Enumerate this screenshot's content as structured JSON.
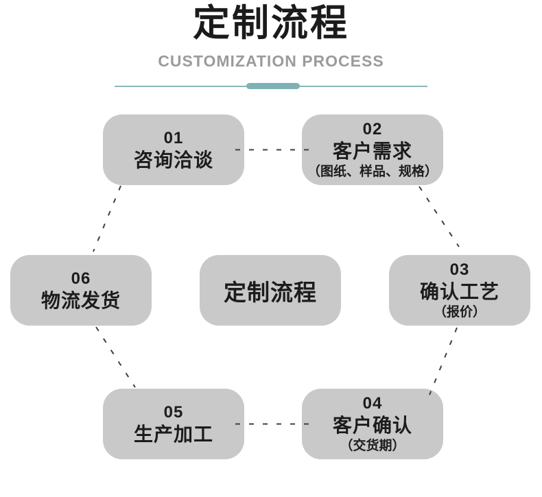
{
  "header": {
    "title": "定制流程",
    "subtitle": "CUSTOMIZATION PROCESS"
  },
  "center_box": {
    "label": "定制流程"
  },
  "steps": [
    {
      "number": "01",
      "label": "咨询洽谈"
    },
    {
      "number": "02",
      "label": "客户需求",
      "sublabel": "（图纸、样品、规格）"
    },
    {
      "number": "03",
      "label": "确认工艺",
      "sublabel": "（报价）"
    },
    {
      "number": "04",
      "label": "客户确认",
      "sublabel": "（交货期）"
    },
    {
      "number": "05",
      "label": "生产加工"
    },
    {
      "number": "06",
      "label": "物流发货"
    }
  ],
  "colors": {
    "box_bg": "#c9c9c9",
    "accent_teal": "#7fb1b3",
    "divider_line": "#8cb6b8",
    "title_color": "#1b1b1b",
    "subtitle_color": "#9b9b9b",
    "dash_color": "#3f3f3f",
    "box_text": "#1c1c1c"
  }
}
